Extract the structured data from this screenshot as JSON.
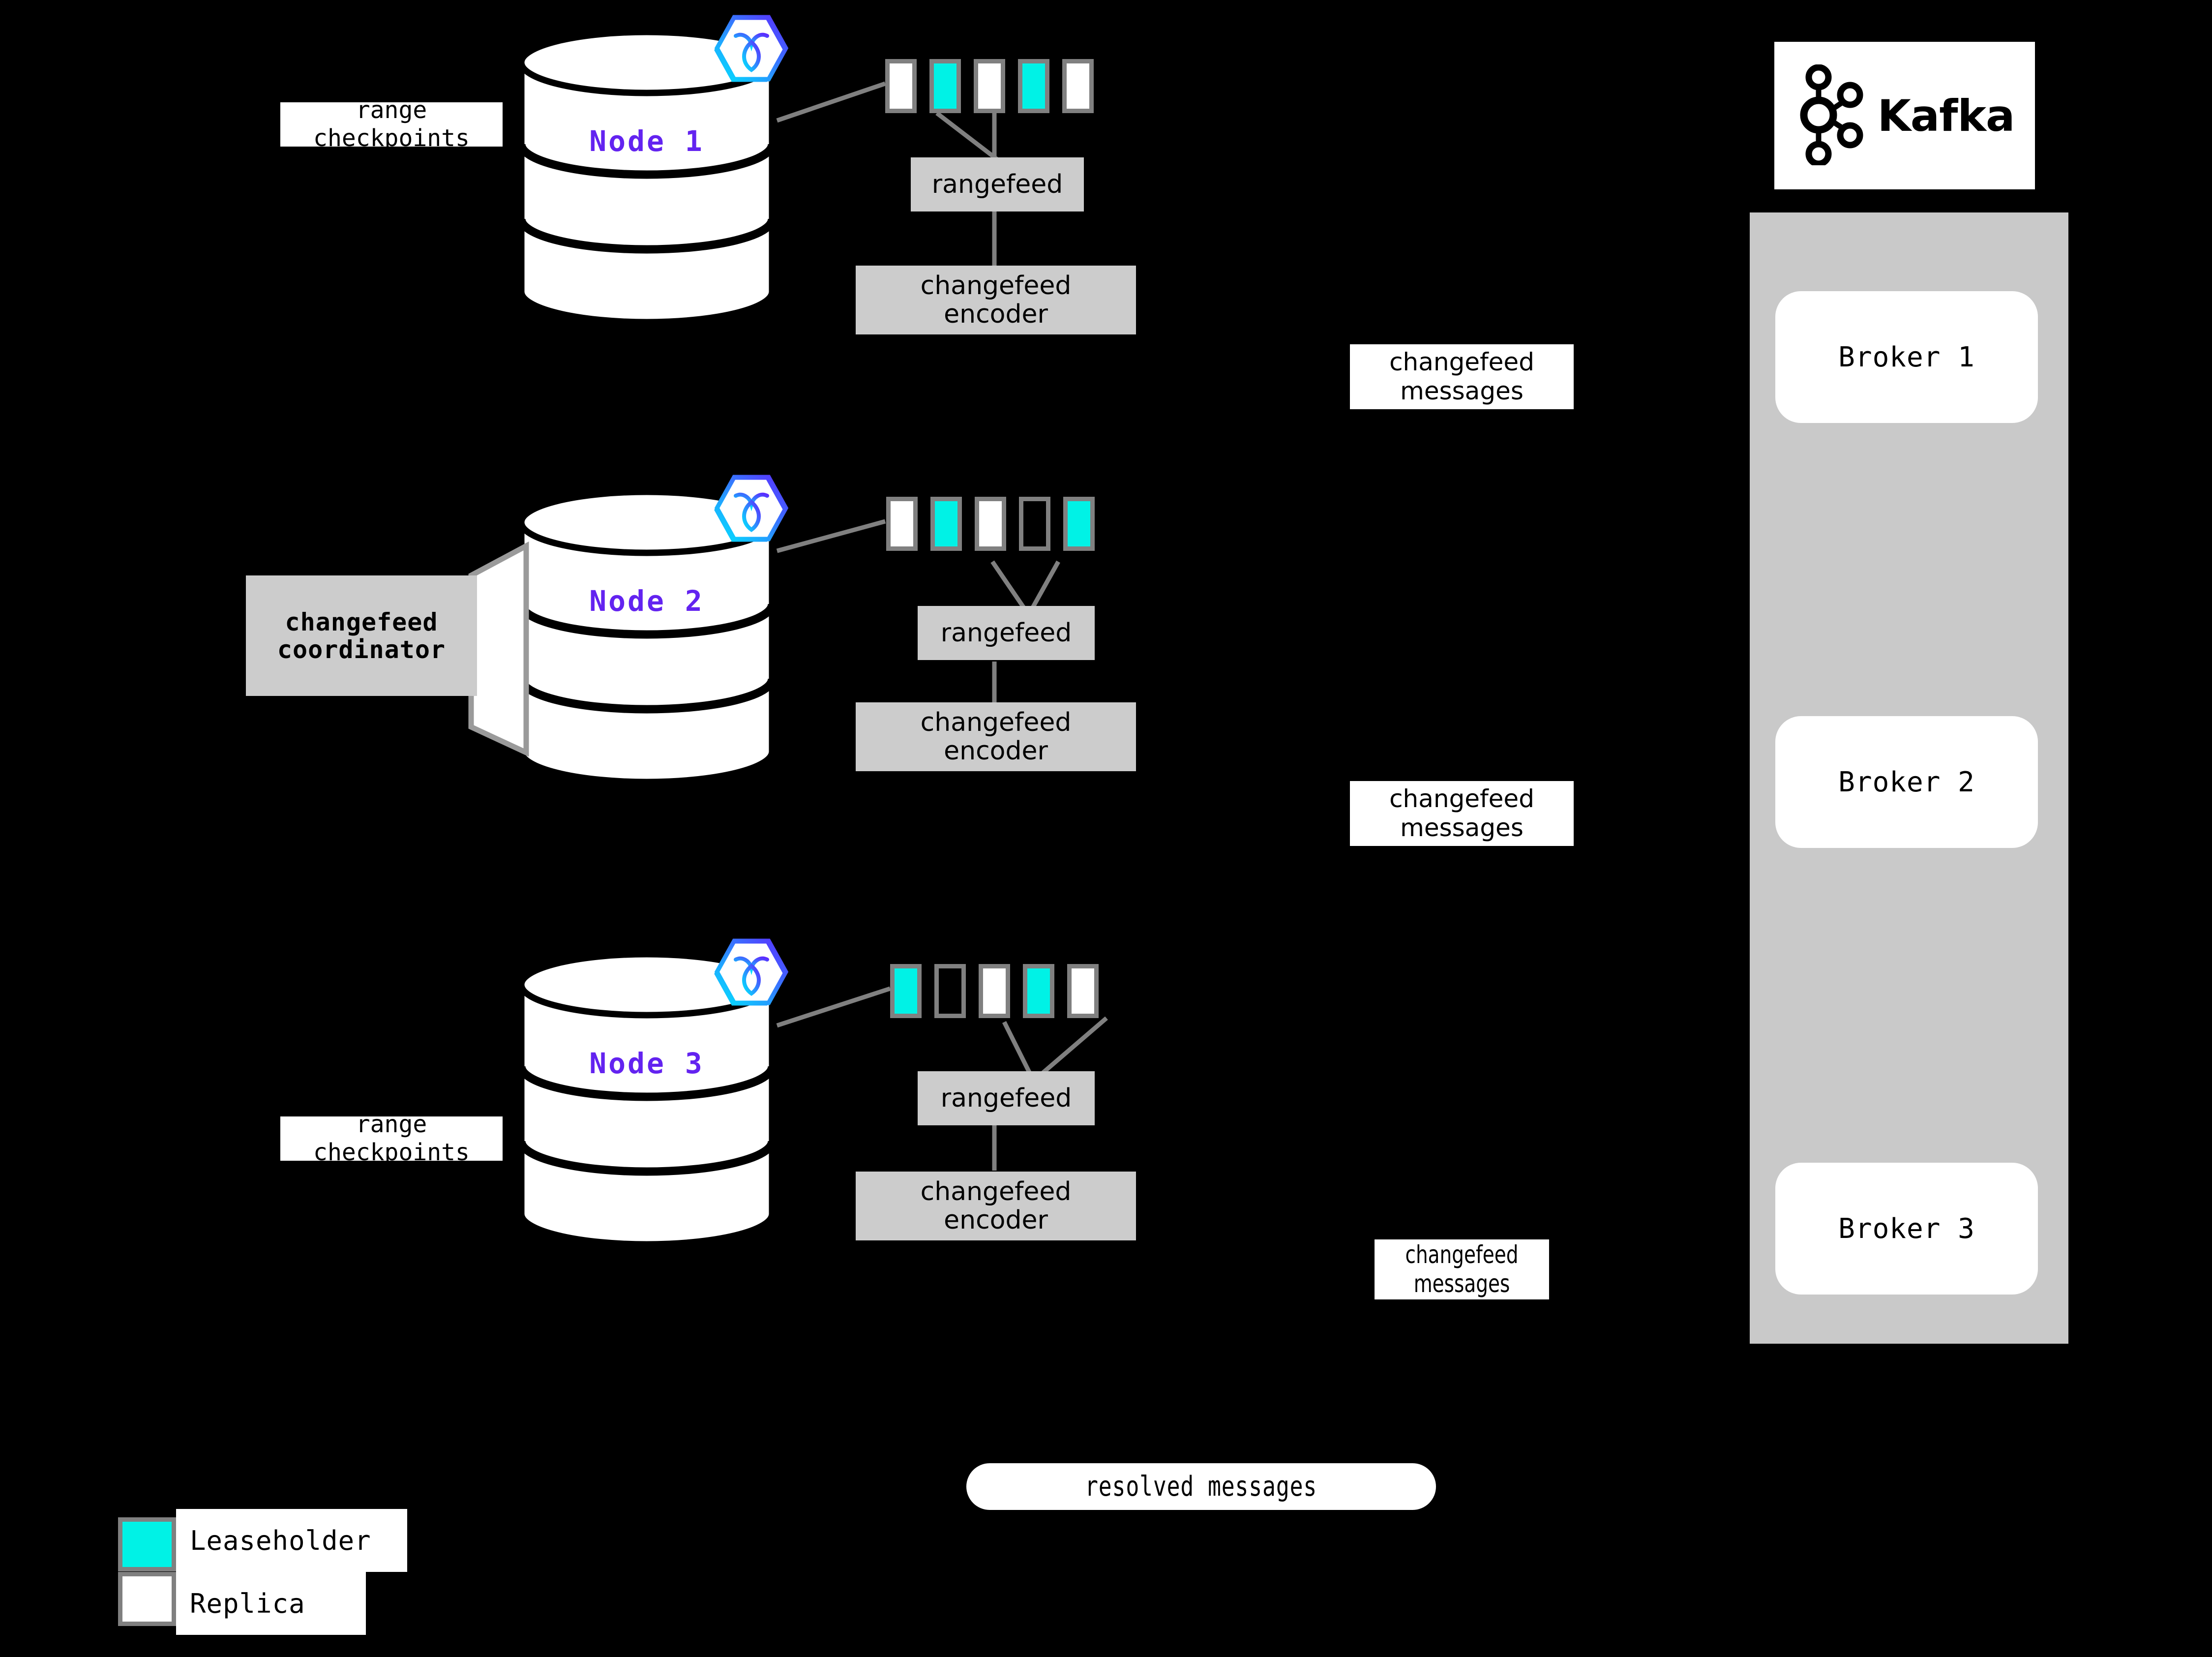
{
  "diagram": {
    "title": "CockroachDB changefeed to Kafka architecture",
    "background_color": "#000000",
    "accent_color": "#6323F0",
    "leaseholder_color": "#00F2E6",
    "replica_color": "#FFFFFF",
    "box_gray": "#CCCCCC",
    "panel_gray": "#C9C9C9",
    "border_gray": "#808080"
  },
  "nodes": [
    {
      "id": "node-1",
      "label": "Node 1",
      "logo_icon": "cockroachdb-hexagon-icon",
      "ranges": [
        {
          "kind": "replica"
        },
        {
          "kind": "leaseholder"
        },
        {
          "kind": "replica"
        },
        {
          "kind": "leaseholder"
        },
        {
          "kind": "replica"
        }
      ],
      "rangefeed_label": "rangefeed",
      "encoder_label": "changefeed\nencoder",
      "side_label": "range\ncheckpoints"
    },
    {
      "id": "node-2",
      "label": "Node 2",
      "logo_icon": "cockroachdb-hexagon-icon",
      "ranges": [
        {
          "kind": "replica"
        },
        {
          "kind": "leaseholder"
        },
        {
          "kind": "replica"
        },
        {
          "kind": "empty"
        },
        {
          "kind": "leaseholder"
        }
      ],
      "rangefeed_label": "rangefeed",
      "encoder_label": "changefeed\nencoder",
      "side_label": "changefeed\ncoordinator"
    },
    {
      "id": "node-3",
      "label": "Node 3",
      "logo_icon": "cockroachdb-hexagon-icon",
      "ranges": [
        {
          "kind": "leaseholder"
        },
        {
          "kind": "empty"
        },
        {
          "kind": "replica"
        },
        {
          "kind": "leaseholder"
        },
        {
          "kind": "replica"
        }
      ],
      "rangefeed_label": "rangefeed",
      "encoder_label": "changefeed\nencoder",
      "side_label": "range\ncheckpoints"
    }
  ],
  "flow_labels": [
    {
      "id": "cfm-1",
      "text": "changefeed\nmessages"
    },
    {
      "id": "cfm-2",
      "text": "changefeed\nmessages"
    },
    {
      "id": "cfm-3",
      "text": "changefeed\nmessages"
    }
  ],
  "resolved": {
    "label": "resolved messages"
  },
  "kafka": {
    "brand": "Kafka",
    "logo_icon": "kafka-logo-icon",
    "brokers": [
      {
        "label": "Broker 1"
      },
      {
        "label": "Broker 2"
      },
      {
        "label": "Broker 3"
      }
    ]
  },
  "legend": {
    "items": [
      {
        "label": "Leaseholder",
        "swatch": "leaseholder"
      },
      {
        "label": "Replica",
        "swatch": "replica"
      }
    ]
  }
}
